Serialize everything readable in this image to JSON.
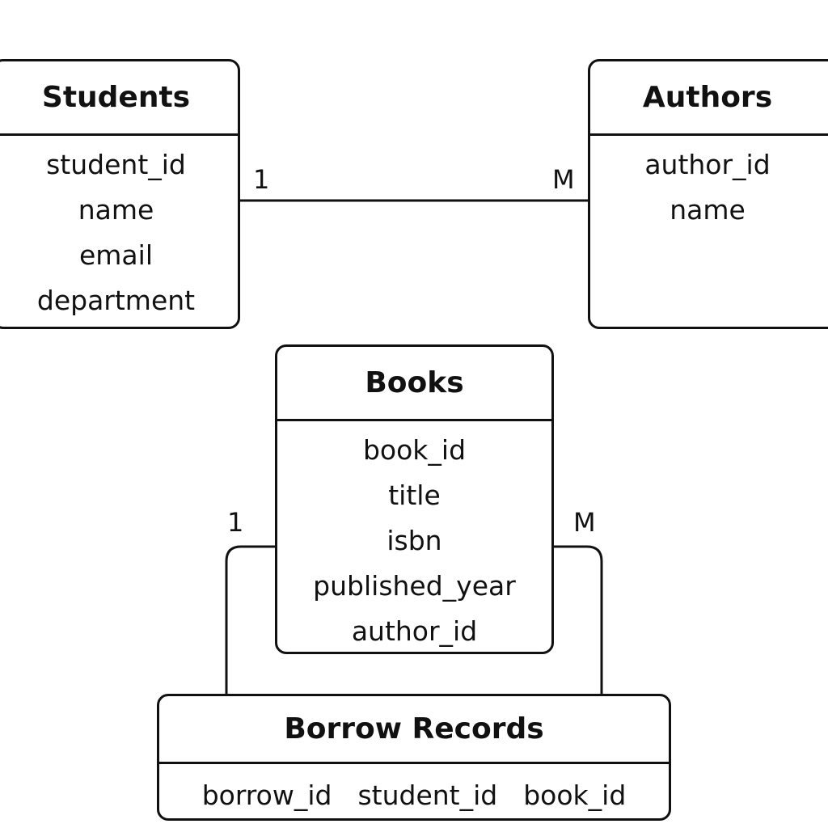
{
  "entities": {
    "students": {
      "name": "Students",
      "attributes": [
        "student_id",
        "name",
        "email",
        "department"
      ]
    },
    "authors": {
      "name": "Authors",
      "attributes": [
        "author_id",
        "name"
      ]
    },
    "books": {
      "name": "Books",
      "attributes": [
        "book_id",
        "title",
        "isbn",
        "published_year",
        "author_id"
      ]
    },
    "borrow_records": {
      "name": "Borrow Records",
      "attributes": [
        "borrow_id",
        "student_id",
        "book_id"
      ]
    }
  },
  "relationships": [
    {
      "from": "Students",
      "to": "Authors",
      "from_cardinality": "1",
      "to_cardinality": "M"
    },
    {
      "from": "Books",
      "to": "Borrow Records",
      "from_cardinality": "1",
      "to_cardinality": "M"
    }
  ],
  "colors": {
    "line": "#111111",
    "background": "#ffffff"
  }
}
